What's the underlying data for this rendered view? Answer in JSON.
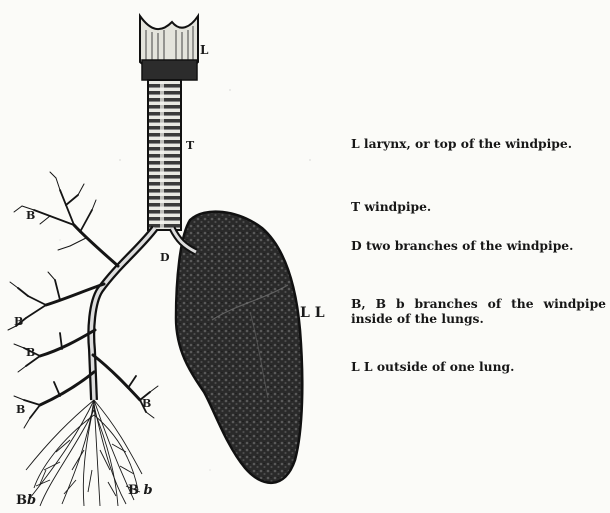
{
  "figure": {
    "labels": {
      "larynx": "L",
      "windpipe": "T",
      "branches_division": "D",
      "lung": "L L",
      "branch_upper": "B",
      "branch_mid": "B",
      "branch_lower": "B",
      "branch_bottom_left": "B",
      "branch_right": "B",
      "bb_left_main": "B",
      "bb_left_small": "b",
      "bb_right_main": "B",
      "bb_right_small": "b"
    }
  },
  "legend": {
    "entries": [
      "L larynx, or top of the windpipe.",
      "T windpipe.",
      "D two branches of the windpipe.",
      "B, B b branches of the windpipe inside of the lungs.",
      "L L outside of one lung."
    ]
  }
}
